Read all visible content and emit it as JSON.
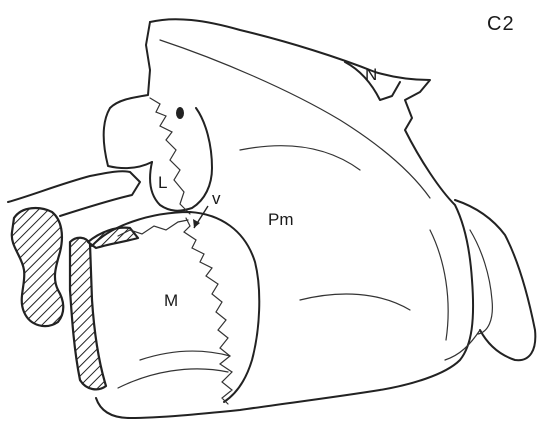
{
  "figure": {
    "panel_label": "C2",
    "labels": {
      "nasal": "N",
      "premaxilla": "Pm",
      "lacrimal": "L",
      "maxilla": "M",
      "vomer_marker": "v"
    }
  }
}
